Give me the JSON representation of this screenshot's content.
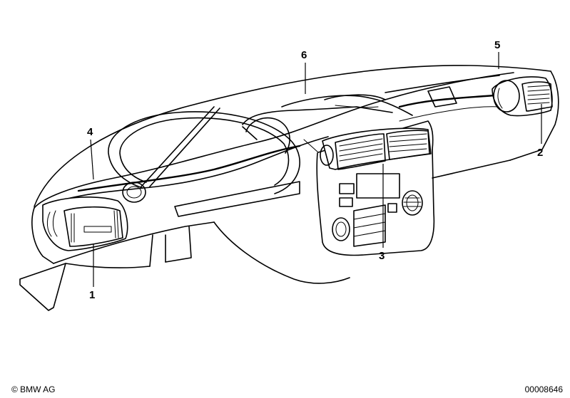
{
  "callouts": {
    "part_1": "1",
    "part_2": "2",
    "part_3": "3",
    "part_4": "4",
    "part_5": "5",
    "part_6": "6"
  },
  "footer": {
    "copyright": "© BMW AG",
    "diagram_number": "00008646"
  }
}
